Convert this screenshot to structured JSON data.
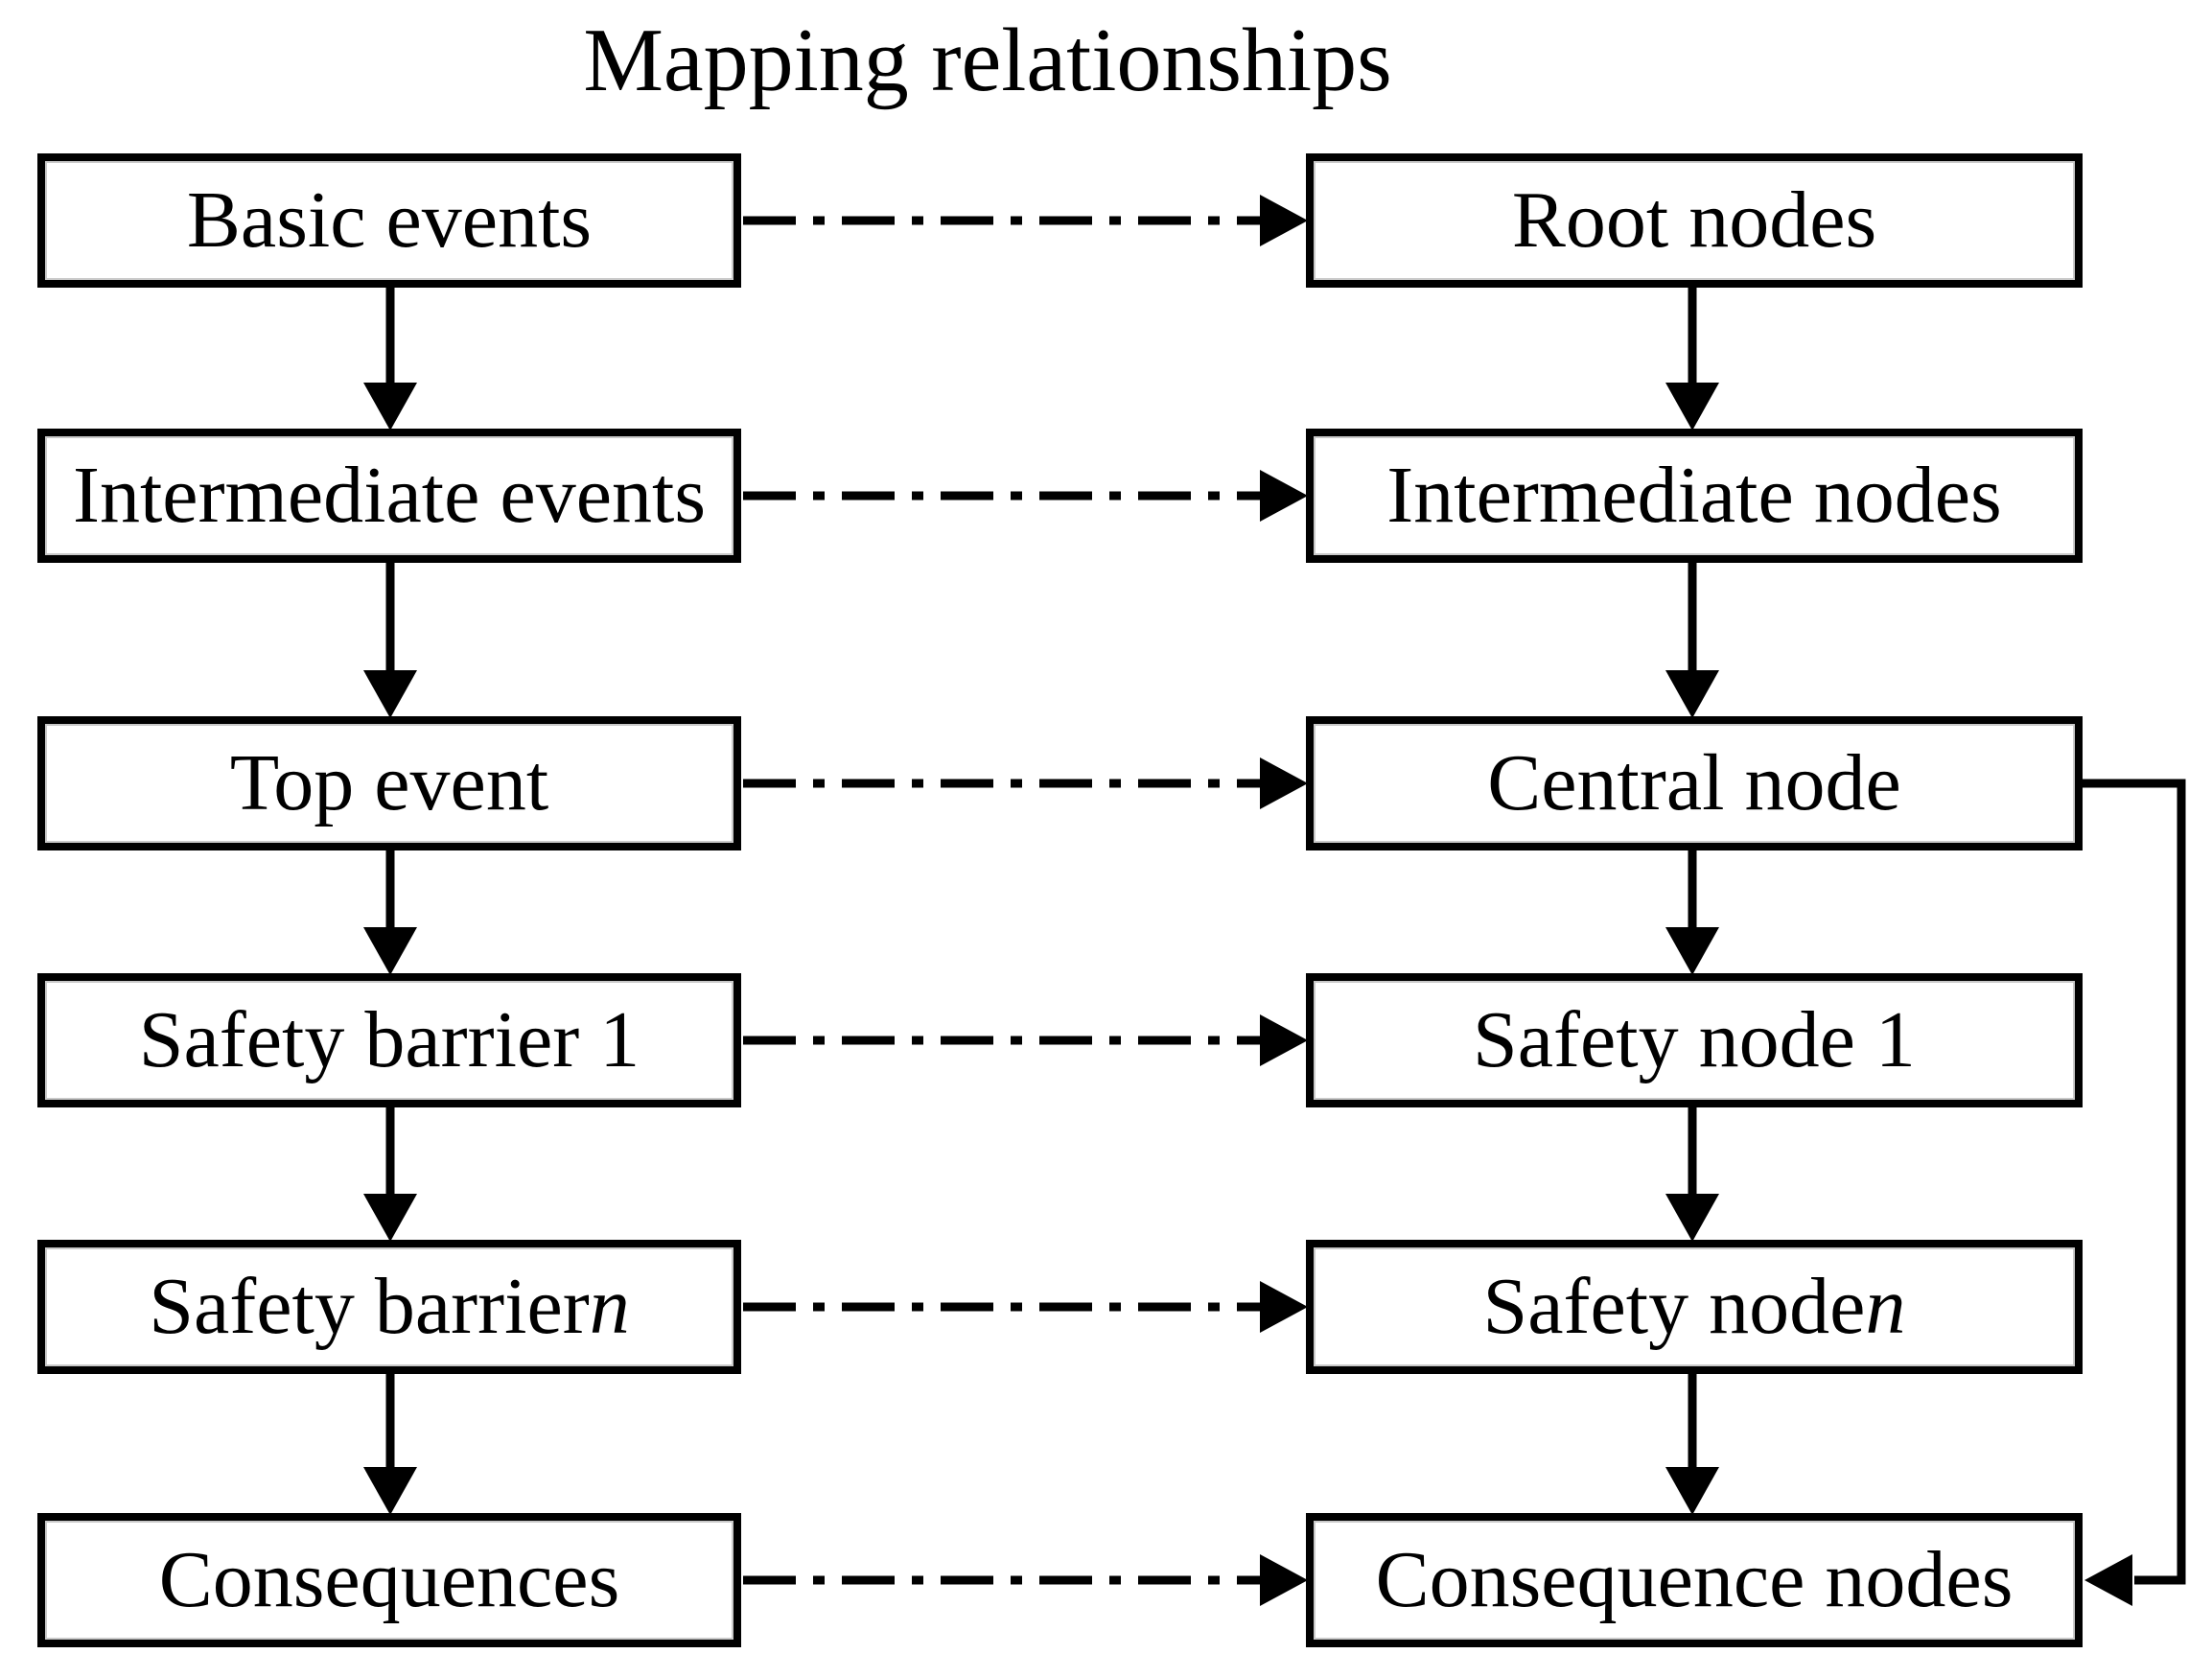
{
  "title": "Mapping relationships",
  "left_column": [
    {
      "label": "Basic events",
      "italic_suffix": ""
    },
    {
      "label": "Intermediate events",
      "italic_suffix": ""
    },
    {
      "label": "Top event",
      "italic_suffix": ""
    },
    {
      "label": "Safety barrier 1",
      "italic_suffix": ""
    },
    {
      "label": "Safety barrier ",
      "italic_suffix": "n"
    },
    {
      "label": "Consequences",
      "italic_suffix": ""
    }
  ],
  "right_column": [
    {
      "label": "Root nodes",
      "italic_suffix": ""
    },
    {
      "label": "Intermediate nodes",
      "italic_suffix": ""
    },
    {
      "label": "Central node",
      "italic_suffix": ""
    },
    {
      "label": "Safety node 1",
      "italic_suffix": ""
    },
    {
      "label": "Safety node ",
      "italic_suffix": "n"
    },
    {
      "label": "Consequence nodes",
      "italic_suffix": ""
    }
  ],
  "colors": {
    "line": "#000000",
    "box_fill": "#ffffff",
    "background": "#ffffff"
  }
}
